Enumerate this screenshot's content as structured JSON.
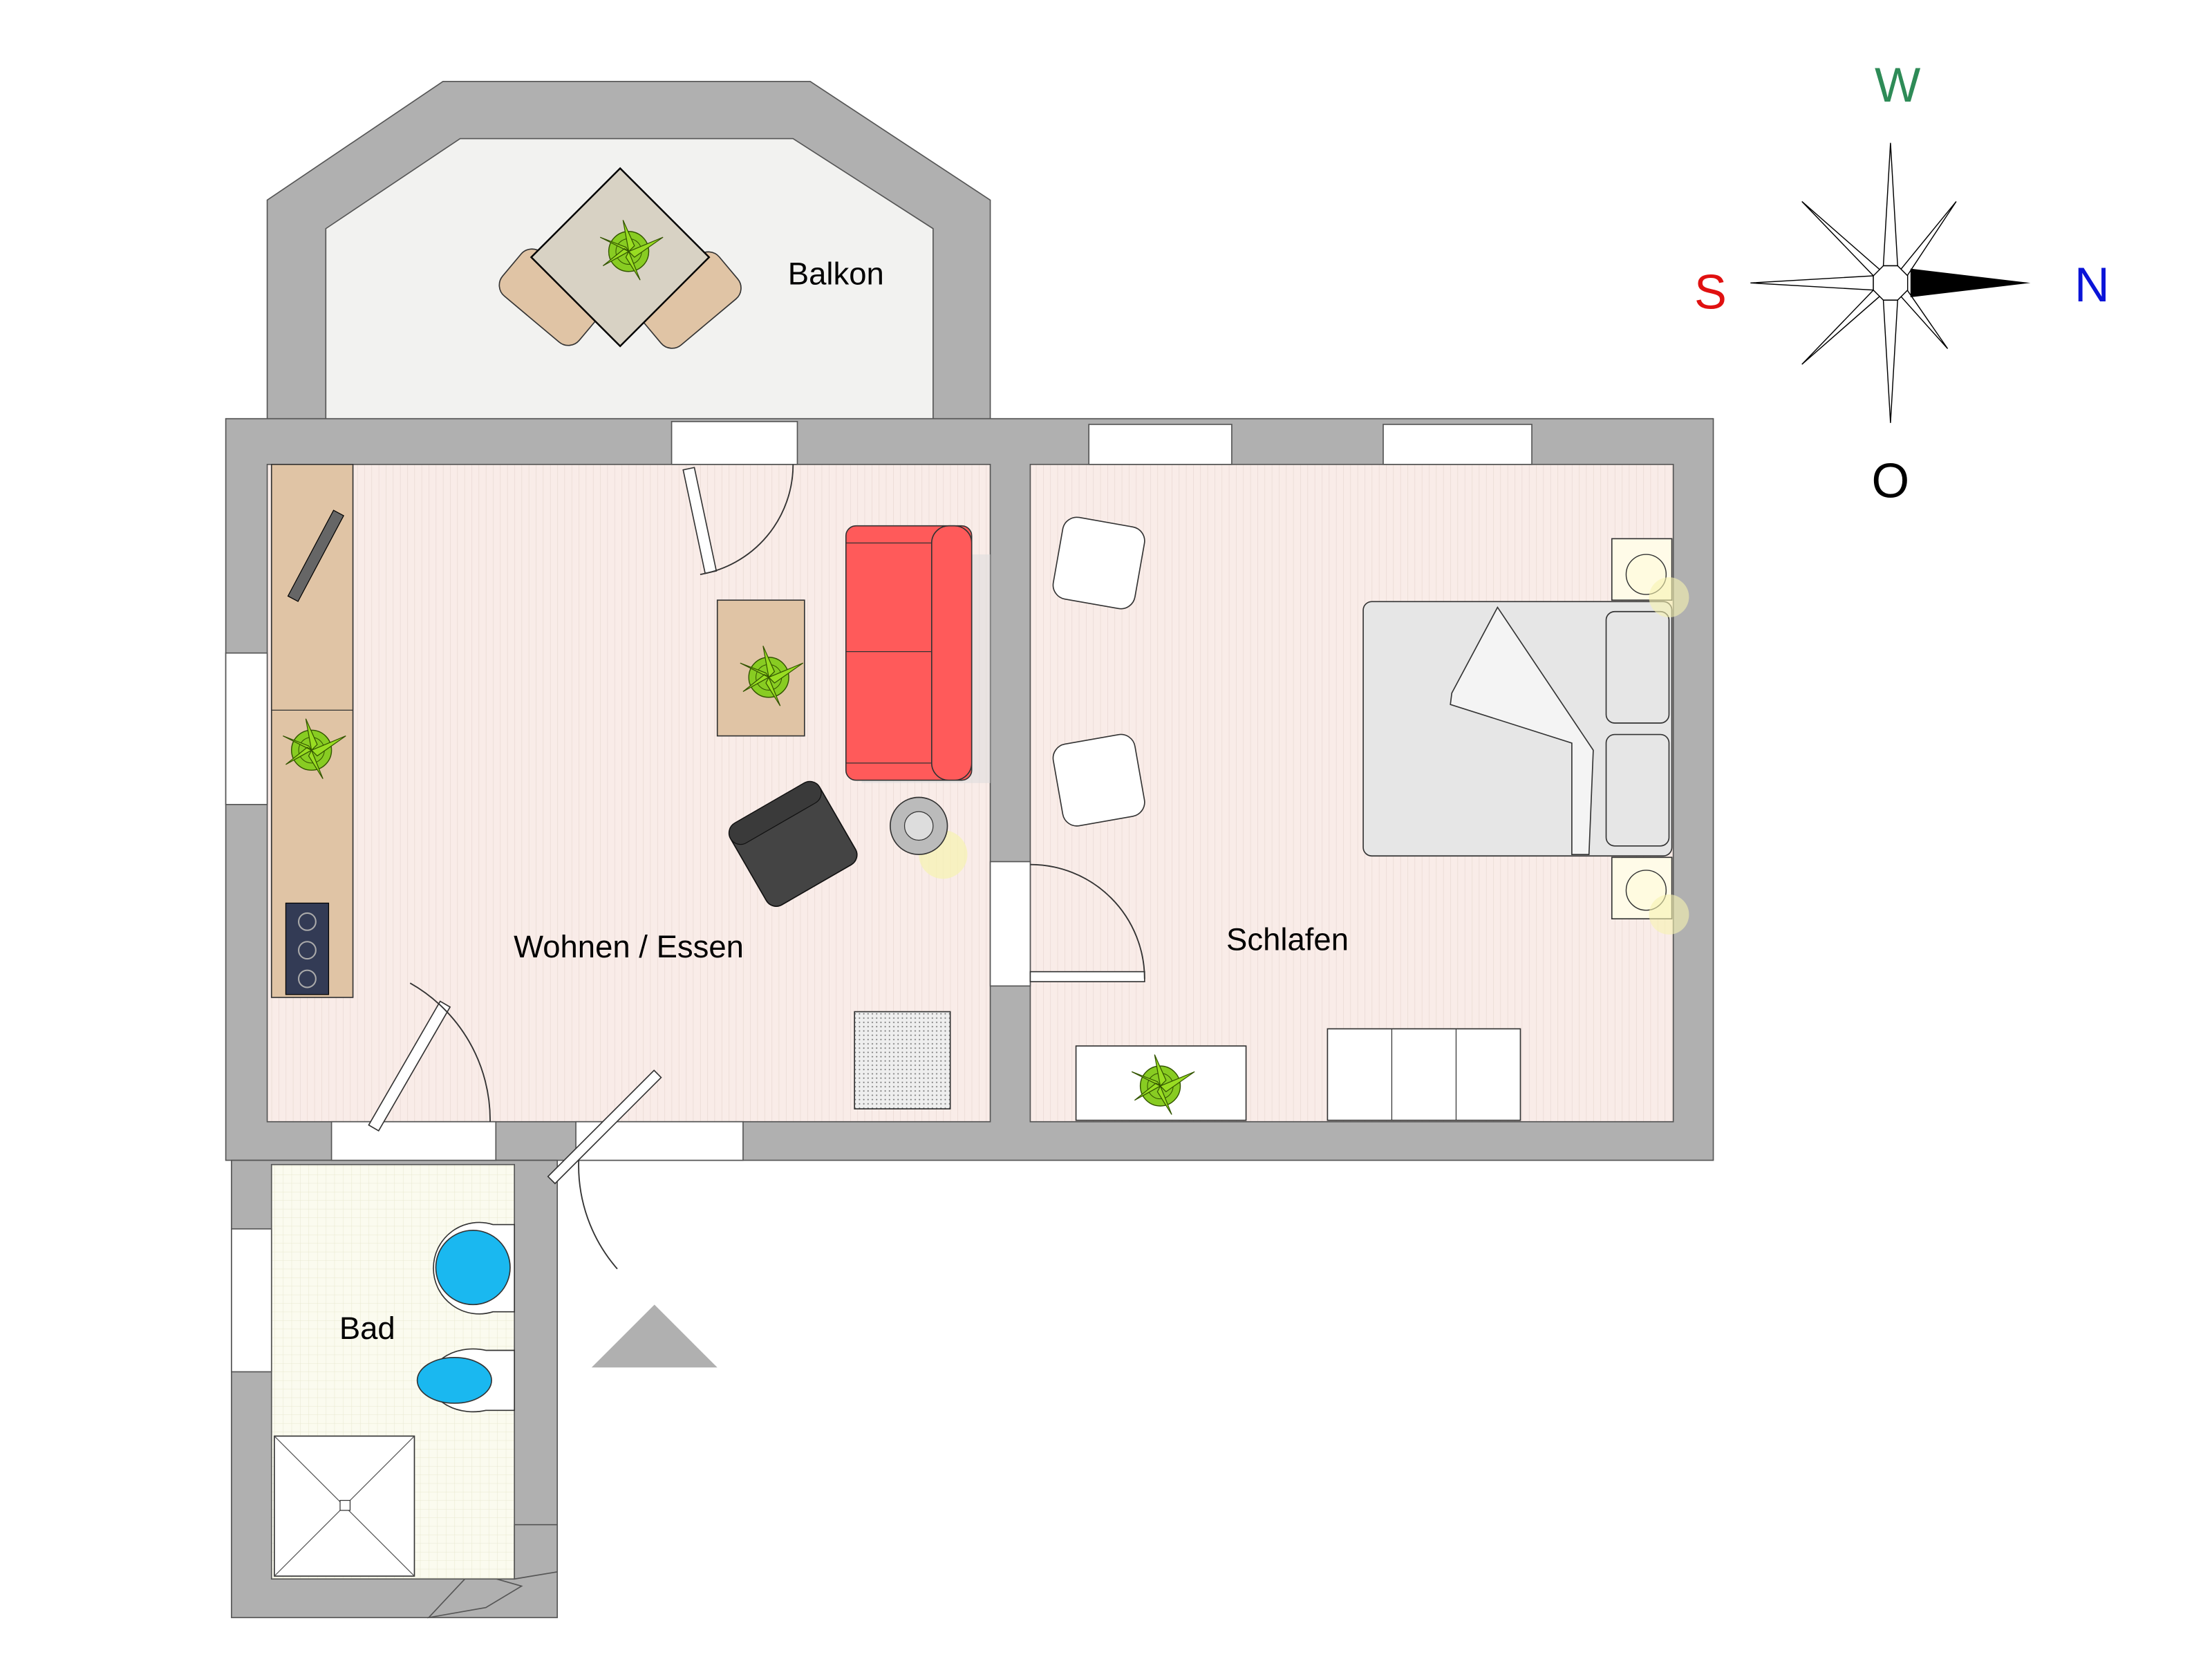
{
  "rooms": {
    "balcony": "Balkon",
    "living": "Wohnen / Essen",
    "bedroom": "Schlafen",
    "bath": "Bad"
  },
  "compass": {
    "top": "W",
    "left": "S",
    "right": "N",
    "bottom": "O",
    "colors": {
      "W": "#2e8b57",
      "S": "#e01010",
      "N": "#0a14d8",
      "O": "#000000"
    }
  },
  "colors": {
    "wall": "#b0b0b0",
    "floor_living": "#f9ece8",
    "floor_balcony": "#f2f2f0",
    "floor_bath": "#fbfbef",
    "sofa": "#ff5a5a",
    "armchair": "#444444",
    "counter": "#e0c4a5",
    "plant": "#88cc22",
    "water": "#1ab8f0"
  }
}
